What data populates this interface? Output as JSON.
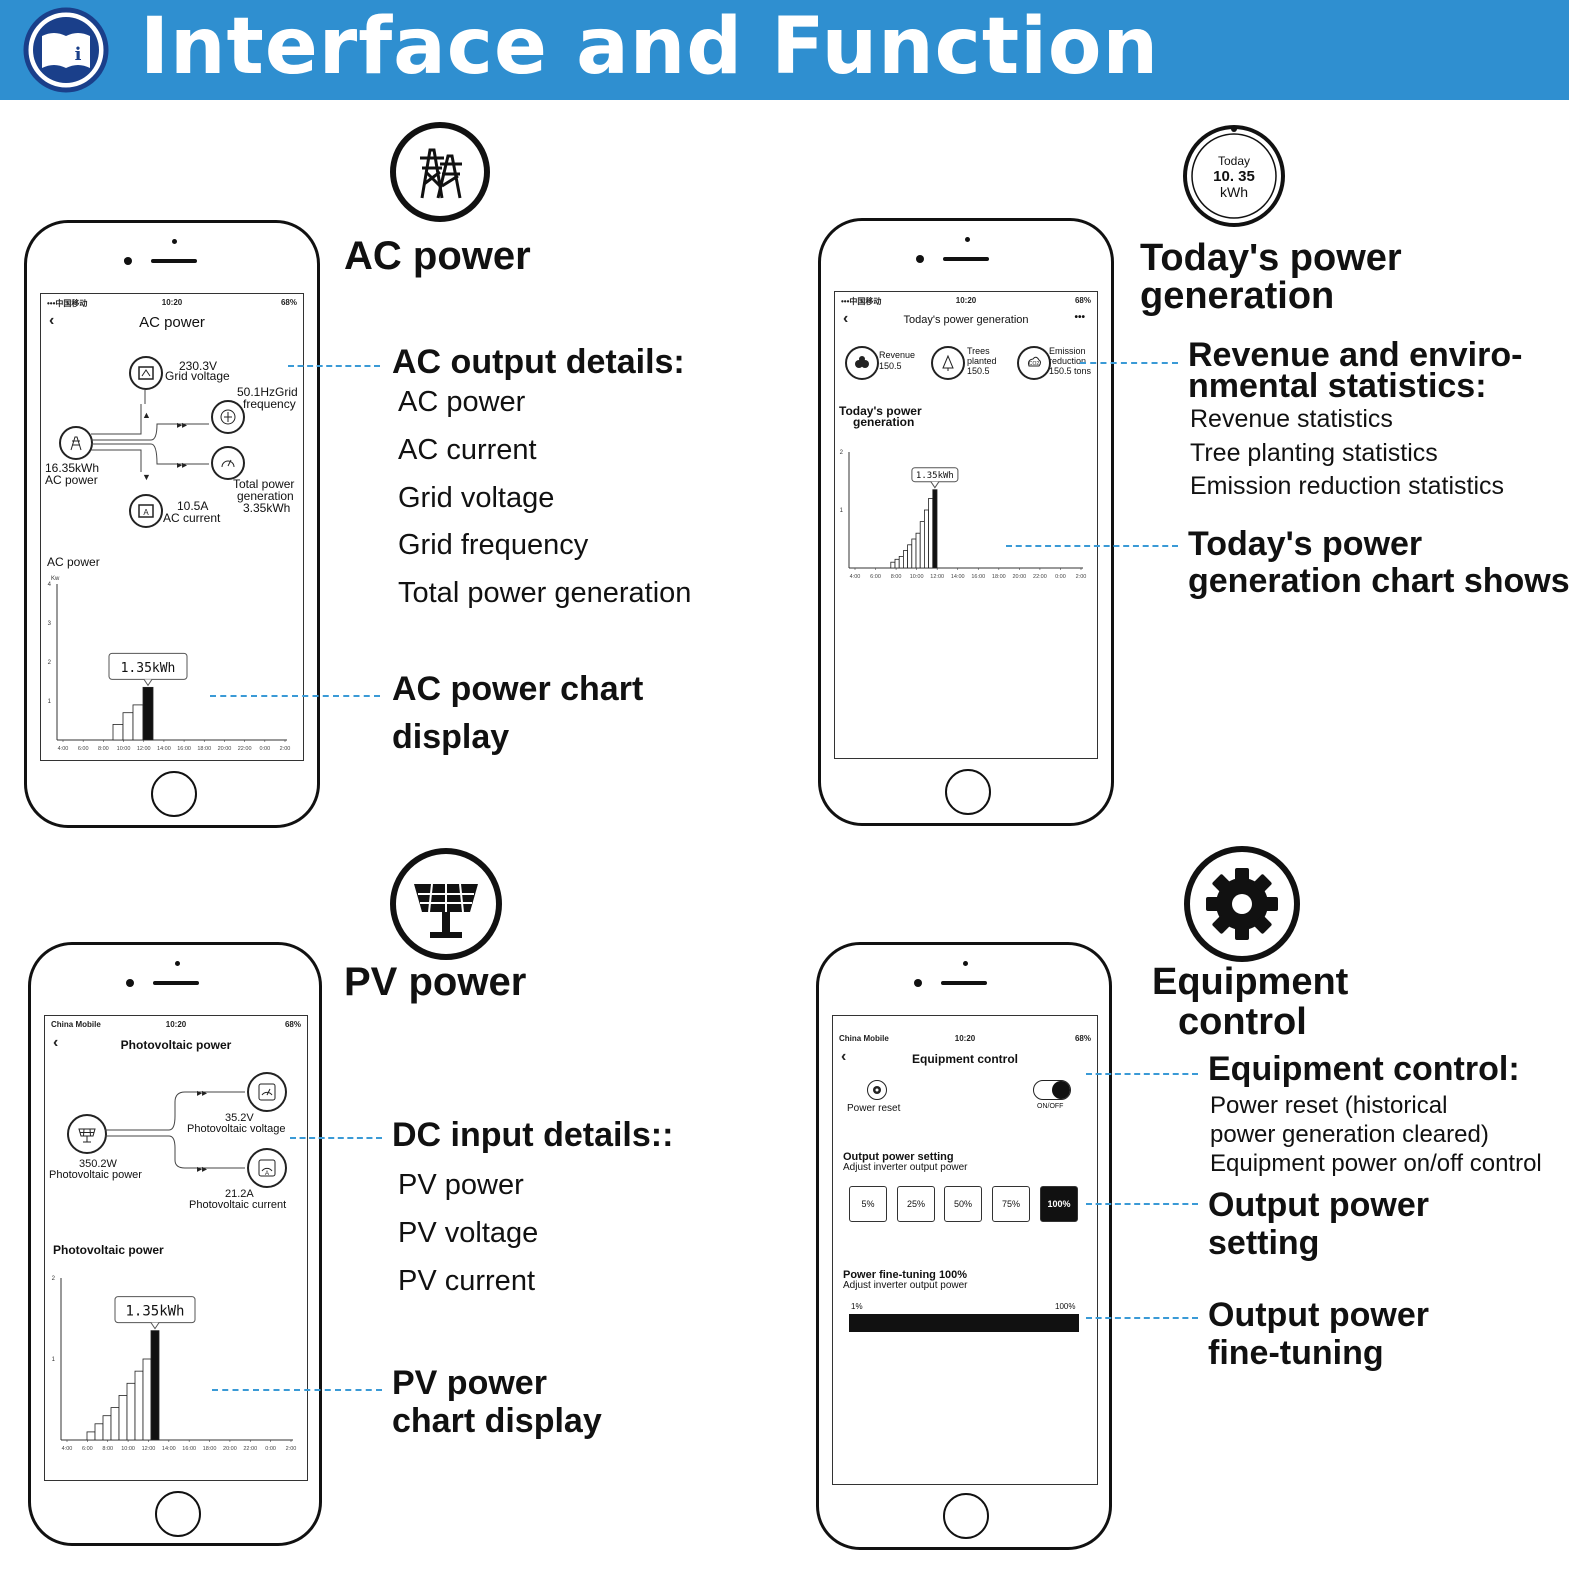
{
  "header": {
    "title": "Interface and Function",
    "icon": "info-book-icon",
    "bg_color": "#2f8fd0"
  },
  "ac": {
    "heading": "AC power",
    "icon": "transmission-tower-icon",
    "phone": {
      "status_left": "•••中国移动",
      "time": "10:20",
      "battery": "68%",
      "title": "AC power",
      "grid_voltage_value": "230.3V",
      "grid_voltage_label": "Grid voltage",
      "grid_freq_value": "50.1HzGrid",
      "grid_freq_label": "frequency",
      "ac_power_value": "16.35kWh",
      "ac_power_label": "AC power",
      "total_label_1": "Total power",
      "total_label_2": "generation",
      "total_value": "3.35kWh",
      "ac_current_value": "10.5A",
      "ac_current_label": "AC current",
      "chart_title": "AC power",
      "unit": "Kw"
    },
    "section1_title": "AC output details:",
    "section1_items": [
      "AC power",
      "AC current",
      "Grid voltage",
      "Grid frequency",
      "Total power generation"
    ],
    "section2_title_1": "AC power chart",
    "section2_title_2": "display"
  },
  "today": {
    "heading_1": "Today's power",
    "heading_2": "generation",
    "badge_label": "Today",
    "badge_value": "10. 35",
    "badge_unit": "kWh",
    "phone": {
      "status_left": "•••中国移动",
      "time": "10:20",
      "battery": "68%",
      "title": "Today's power generation",
      "more": "•••",
      "revenue_label": "Revenue",
      "revenue_value": "150.5",
      "trees_label_1": "Trees",
      "trees_label_2": "planted",
      "trees_value": "150.5",
      "emission_label_1": "Emission",
      "emission_label_2": "reduction",
      "emission_value": "150.5 tons",
      "chart_title_1": "Today's power",
      "chart_title_2": "generation"
    },
    "section1_title_1": "Revenue and enviro-",
    "section1_title_2": "nmental statistics:",
    "section1_items": [
      "Revenue statistics",
      "Tree planting statistics",
      "Emission reduction statistics"
    ],
    "section2_title_1": "Today's power",
    "section2_title_2": "generation chart shows"
  },
  "pv": {
    "heading": "PV power",
    "icon": "solar-panel-icon",
    "phone": {
      "status_left": "China Mobile",
      "time": "10:20",
      "battery": "68%",
      "title": "Photovoltaic power",
      "pv_power_value": "350.2W",
      "pv_power_label": "Photovoltaic power",
      "pv_voltage_value": "35.2V",
      "pv_voltage_label": "Photovoltaic voltage",
      "pv_current_value": "21.2A",
      "pv_current_label": "Photovoltaic current",
      "chart_title": "Photovoltaic power"
    },
    "section1_title": "DC input details::",
    "section1_items": [
      "PV power",
      "PV voltage",
      "PV current"
    ],
    "section2_title_1": "PV power",
    "section2_title_2": "chart display"
  },
  "equip": {
    "heading_1": "Equipment",
    "heading_2": "control",
    "icon": "gear-icon",
    "phone": {
      "status_left": "China Mobile",
      "time": "10:20",
      "battery": "68%",
      "title": "Equipment control",
      "power_reset": "Power reset",
      "onoff": "ON/OFF",
      "output_title": "Output power setting",
      "output_sub": "Adjust inverter output power",
      "options": [
        "5%",
        "25%",
        "50%",
        "75%",
        "100%"
      ],
      "selected_option": "100%",
      "fine_title": "Power fine-tuning 100%",
      "fine_sub": "Adjust inverter output power",
      "slider_min": "1%",
      "slider_max": "100%",
      "slider_level": 1.0
    },
    "section1_title": "Equipment control:",
    "section1_items": [
      "Power reset (historical",
      "power generation cleared)",
      "Equipment power on/off control"
    ],
    "section2_title_1": "Output power",
    "section2_title_2": "setting",
    "section3_title_1": "Output power",
    "section3_title_2": "fine-tuning"
  },
  "chart_callout": "1.35kWh",
  "x_ticks": [
    "4:00",
    "6:00",
    "8:00",
    "10:00",
    "12:00",
    "14:00",
    "16:00",
    "18:00",
    "20:00",
    "22:00",
    "0:00",
    "2:00"
  ],
  "chart_data": [
    {
      "type": "bar",
      "title": "AC power",
      "ylabel": "Kw",
      "y_ticks": [
        "1",
        "2",
        "3",
        "4"
      ],
      "values": [
        0.4,
        0.7,
        0.9,
        1.35
      ],
      "highlight": "1.35kWh"
    },
    {
      "type": "bar",
      "title": "Today's power generation",
      "y_ticks": [
        "1",
        "2"
      ],
      "values": [
        0.1,
        0.15,
        0.2,
        0.3,
        0.4,
        0.5,
        0.6,
        0.8,
        1.0,
        1.2,
        1.35
      ],
      "highlight": "1.35kWh"
    },
    {
      "type": "bar",
      "title": "Photovoltaic power",
      "y_ticks": [
        "1",
        "2"
      ],
      "values": [
        0.1,
        0.2,
        0.3,
        0.4,
        0.55,
        0.7,
        0.85,
        1.0,
        1.35
      ],
      "highlight": "1.35kWh"
    }
  ]
}
